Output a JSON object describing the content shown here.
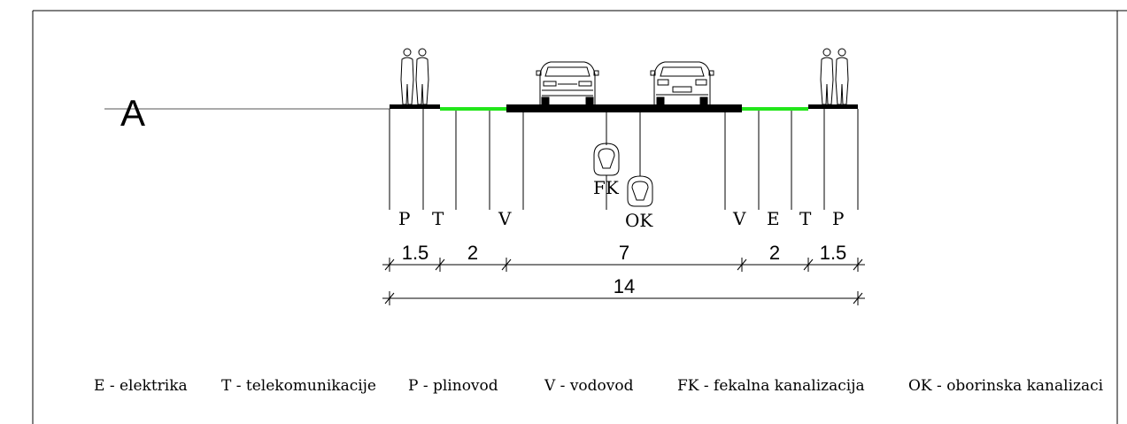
{
  "section": {
    "marker": "A",
    "ground_line_labels": [
      "P",
      "T",
      "V",
      "V",
      "E",
      "T",
      "P"
    ],
    "pipes": [
      {
        "code": "FK"
      },
      {
        "code": "OK"
      }
    ],
    "dimensions": {
      "parts": [
        "1.5",
        "2",
        "7",
        "2",
        "1.5"
      ],
      "total": "14"
    }
  },
  "legend": [
    "E - elektrika",
    "T - telekomunikacije",
    "P - plinovod",
    "V - vodovod",
    "FK - fekalna kanalizacija",
    "OK - oborinska kanalizaci"
  ],
  "colors": {
    "green_strip": "#22e61a",
    "line": "#000000",
    "frame": "#000000"
  }
}
